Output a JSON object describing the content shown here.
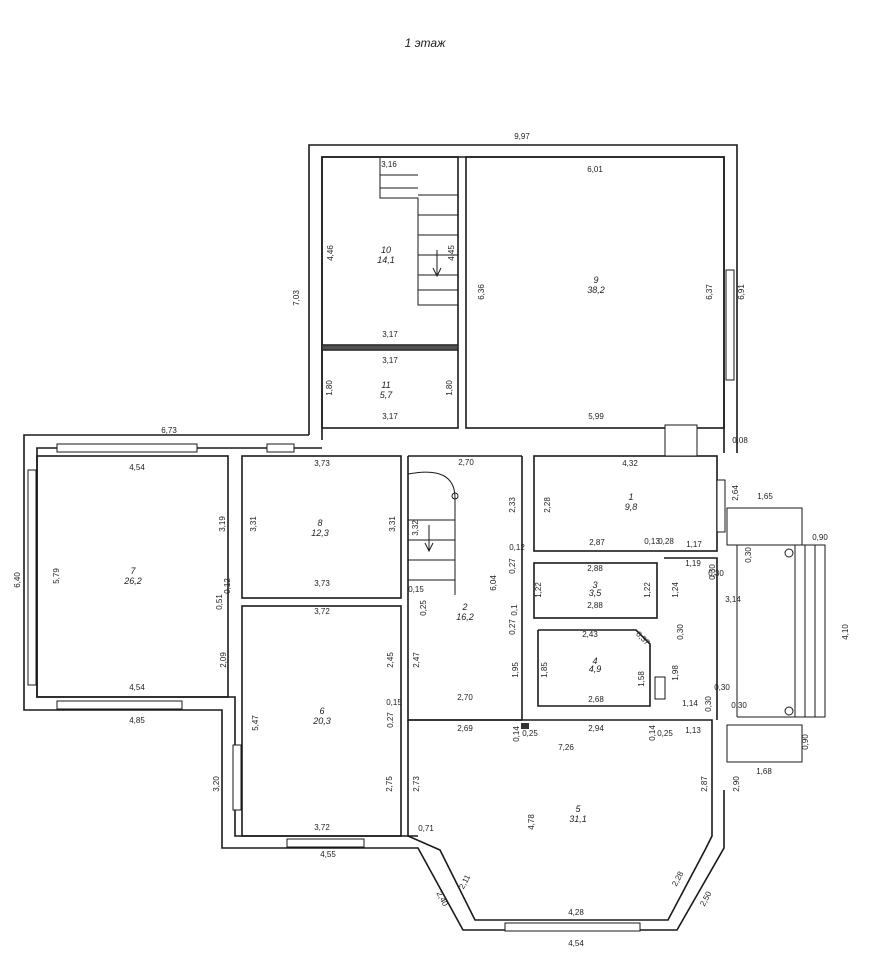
{
  "title": "1 этаж",
  "rooms": [
    {
      "id": "room-1",
      "number": "1",
      "area": "9,8"
    },
    {
      "id": "room-2",
      "number": "2",
      "area": "16,2"
    },
    {
      "id": "room-3",
      "number": "3",
      "area": "3,5"
    },
    {
      "id": "room-4",
      "number": "4",
      "area": "4,9"
    },
    {
      "id": "room-5",
      "number": "5",
      "area": "31,1"
    },
    {
      "id": "room-6",
      "number": "6",
      "area": "20,3"
    },
    {
      "id": "room-7",
      "number": "7",
      "area": "26,2"
    },
    {
      "id": "room-8",
      "number": "8",
      "area": "12,3"
    },
    {
      "id": "room-9",
      "number": "9",
      "area": "38,2"
    },
    {
      "id": "room-10",
      "number": "10",
      "area": "14,1"
    },
    {
      "id": "room-11",
      "number": "11",
      "area": "5,7"
    }
  ],
  "dimensions": [
    "9,97",
    "3,16",
    "6,01",
    "4,46",
    "4,45",
    "7,03",
    "6,36",
    "6,37",
    "6,91",
    "3,17",
    "3,17",
    "1,80",
    "1,80",
    "3,17",
    "5,99",
    "6,73",
    "0,08",
    "4,54",
    "3,73",
    "2,70",
    "4,32",
    "3,19",
    "3,31",
    "3,31",
    "3,32",
    "2,33",
    "2,28",
    "2,64",
    "1,65",
    "5,79",
    "6,40",
    "2,87",
    "0,13",
    "0,28",
    "1,17",
    "0,12",
    "1,19",
    "0,30",
    "0,30",
    "0,90",
    "3,73",
    "2,88",
    "0,27",
    "1,22",
    "1,22",
    "1,24",
    "0,30",
    "0,12",
    "6,04",
    "0,15",
    "3,14",
    "4,10",
    "0,51",
    "3,72",
    "0,25",
    "0,1",
    "2,88",
    "0,27",
    "2,43",
    "0,37",
    "0,30",
    "2,09",
    "2,45",
    "2,47",
    "1,95",
    "1,85",
    "1,58",
    "1,98",
    "4,54",
    "2,70",
    "2,68",
    "0,30",
    "4,85",
    "0,15",
    "1,14",
    "0,30",
    "0,30",
    "5,47",
    "0,27",
    "2,69",
    "0,14",
    "0,25",
    "2,94",
    "0,14",
    "0,25",
    "1,13",
    "7,26",
    "0,90",
    "3,20",
    "2,73",
    "2,75",
    "2,87",
    "1,68",
    "2,90",
    "3,72",
    "0,71",
    "4,78",
    "4,55",
    "2,11",
    "2,28",
    "2,40",
    "2,50",
    "4,28",
    "4,54"
  ]
}
